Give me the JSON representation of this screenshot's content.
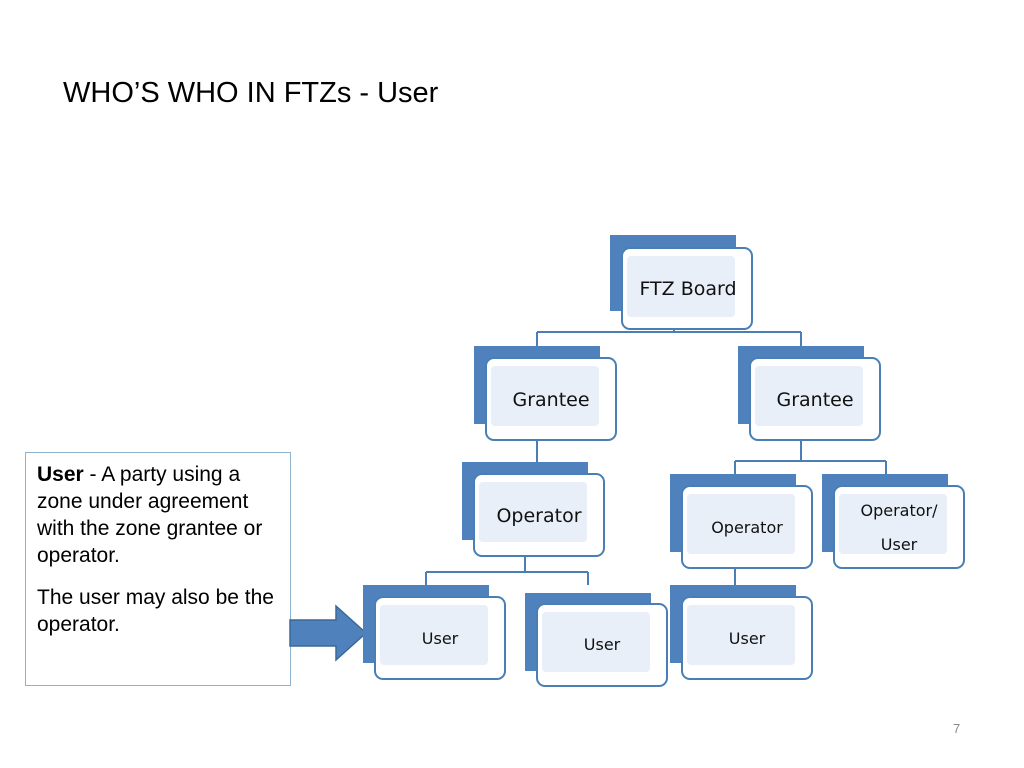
{
  "slide": {
    "title": "WHO’S WHO IN FTZs - User",
    "page_number": "7"
  },
  "definition": {
    "term": "User",
    "text": " - A party using a zone under agreement with the zone grantee or operator.",
    "note": "The user may also be the operator."
  },
  "org_chart": {
    "nodes": [
      {
        "id": "ftz-board",
        "label": "FTZ Board"
      },
      {
        "id": "grantee-1",
        "label": "Grantee"
      },
      {
        "id": "grantee-2",
        "label": "Grantee"
      },
      {
        "id": "operator-1",
        "label": "Operator"
      },
      {
        "id": "operator-2",
        "label": "Operator"
      },
      {
        "id": "operator-user",
        "label_line1": "Operator/",
        "label_line2": "User"
      },
      {
        "id": "user-1",
        "label": "User"
      },
      {
        "id": "user-2",
        "label": "User"
      },
      {
        "id": "user-3",
        "label": "User"
      }
    ],
    "links": [
      [
        "ftz-board",
        "grantee-1"
      ],
      [
        "ftz-board",
        "grantee-2"
      ],
      [
        "grantee-1",
        "operator-1"
      ],
      [
        "grantee-2",
        "operator-2"
      ],
      [
        "grantee-2",
        "operator-user"
      ],
      [
        "operator-1",
        "user-1"
      ],
      [
        "operator-1",
        "user-2"
      ],
      [
        "operator-2",
        "user-3"
      ]
    ],
    "colors": {
      "shadow": "#4f81bd",
      "frame": "#4a7fb5",
      "fill": "#e9eff8",
      "line": "#4a7fb5"
    }
  }
}
